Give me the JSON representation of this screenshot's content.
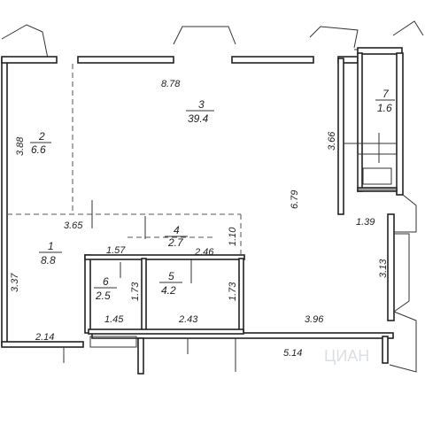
{
  "rooms": [
    {
      "number": "2",
      "area": "6.6"
    },
    {
      "number": "3",
      "area": "39.4"
    },
    {
      "number": "7",
      "area": "1.6"
    },
    {
      "number": "1",
      "area": "8.8"
    },
    {
      "number": "4",
      "area": "2.7"
    },
    {
      "number": "6",
      "area": "2.5"
    },
    {
      "number": "5",
      "area": "4.2"
    }
  ],
  "dimensions": {
    "top_width": "8.78",
    "room2_height": "3.88",
    "window_side": "3.66",
    "room3_height": "6.79",
    "room1_top": "3.65",
    "room4_height": "1.10",
    "room5_top": "2.46",
    "room6_top": "1.57",
    "right_lower_top": "1.39",
    "right_lower_height": "3.13",
    "room1_height": "3.37",
    "room6_height": "1.73",
    "room5_height": "1.73",
    "room6_bottom": "1.45",
    "room5_bottom": "2.43",
    "right_bottom": "3.96",
    "left_bottom": "2.14",
    "corridor": "5.14"
  },
  "watermark": "ЦИАН"
}
